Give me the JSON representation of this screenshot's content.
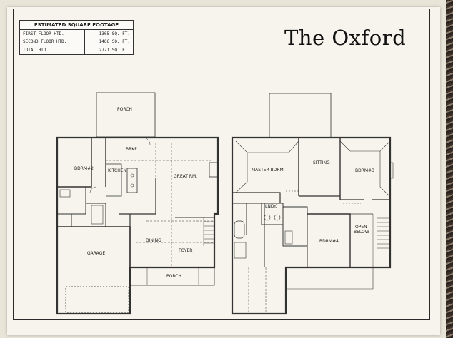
{
  "title": "The Oxford",
  "sqft": {
    "header": "ESTIMATED SQUARE FOOTAGE",
    "rows": [
      {
        "label": "FIRST FLOOR HTD.",
        "value": "1305 SQ. FT."
      },
      {
        "label": "SECOND FLOOR HTD.",
        "value": "1466 SQ. FT."
      },
      {
        "label": "TOTAL HTD.",
        "value": "2771 SQ. FT."
      }
    ]
  },
  "first_floor": {
    "porch_rear": "PORCH",
    "brkf": "BRKF.",
    "bdrm2": "BDRM#2",
    "kitchen": "KITCHEN",
    "great_rm": "GREAT RM.",
    "garage": "GARAGE",
    "dining": "DINING",
    "foyer": "FOYER",
    "porch_front": "PORCH"
  },
  "second_floor": {
    "master_bdrm": "MASTER BDRM",
    "sitting": "SITTING",
    "bdrm3": "BDRM#3",
    "lndy": "LNDY.",
    "bdrm4": "BDRM#4",
    "open_below_1": "OPEN",
    "open_below_2": "BELOW"
  }
}
